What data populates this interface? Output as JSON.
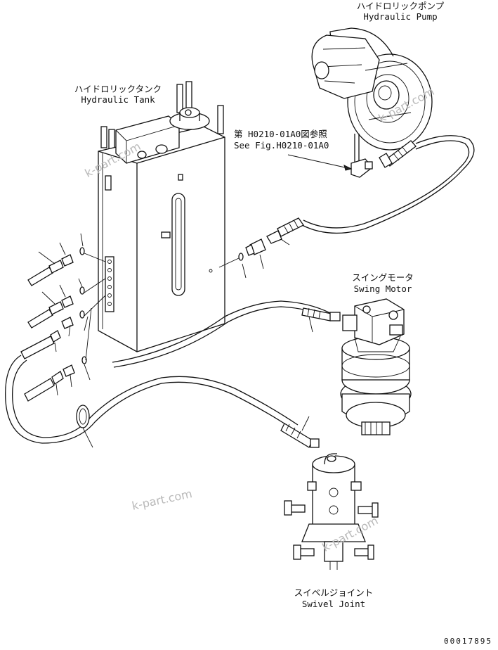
{
  "labels": {
    "pump_jp": "ハイドロリックポンプ",
    "pump_en": "Hydraulic Pump",
    "tank_jp": "ハイドロリックタンク",
    "tank_en": "Hydraulic Tank",
    "ref_jp": "第 H0210-01A0図参照",
    "ref_en": "See Fig.H0210-01A0",
    "swing_jp": "スイングモータ",
    "swing_en": "Swing Motor",
    "swivel_jp": "スイベルジョイント",
    "swivel_en": "Swivel Joint"
  },
  "watermarks": [
    "k-part.com",
    "k-part.com",
    "k-part.com",
    "k-part.com"
  ],
  "document_number": "00017895"
}
